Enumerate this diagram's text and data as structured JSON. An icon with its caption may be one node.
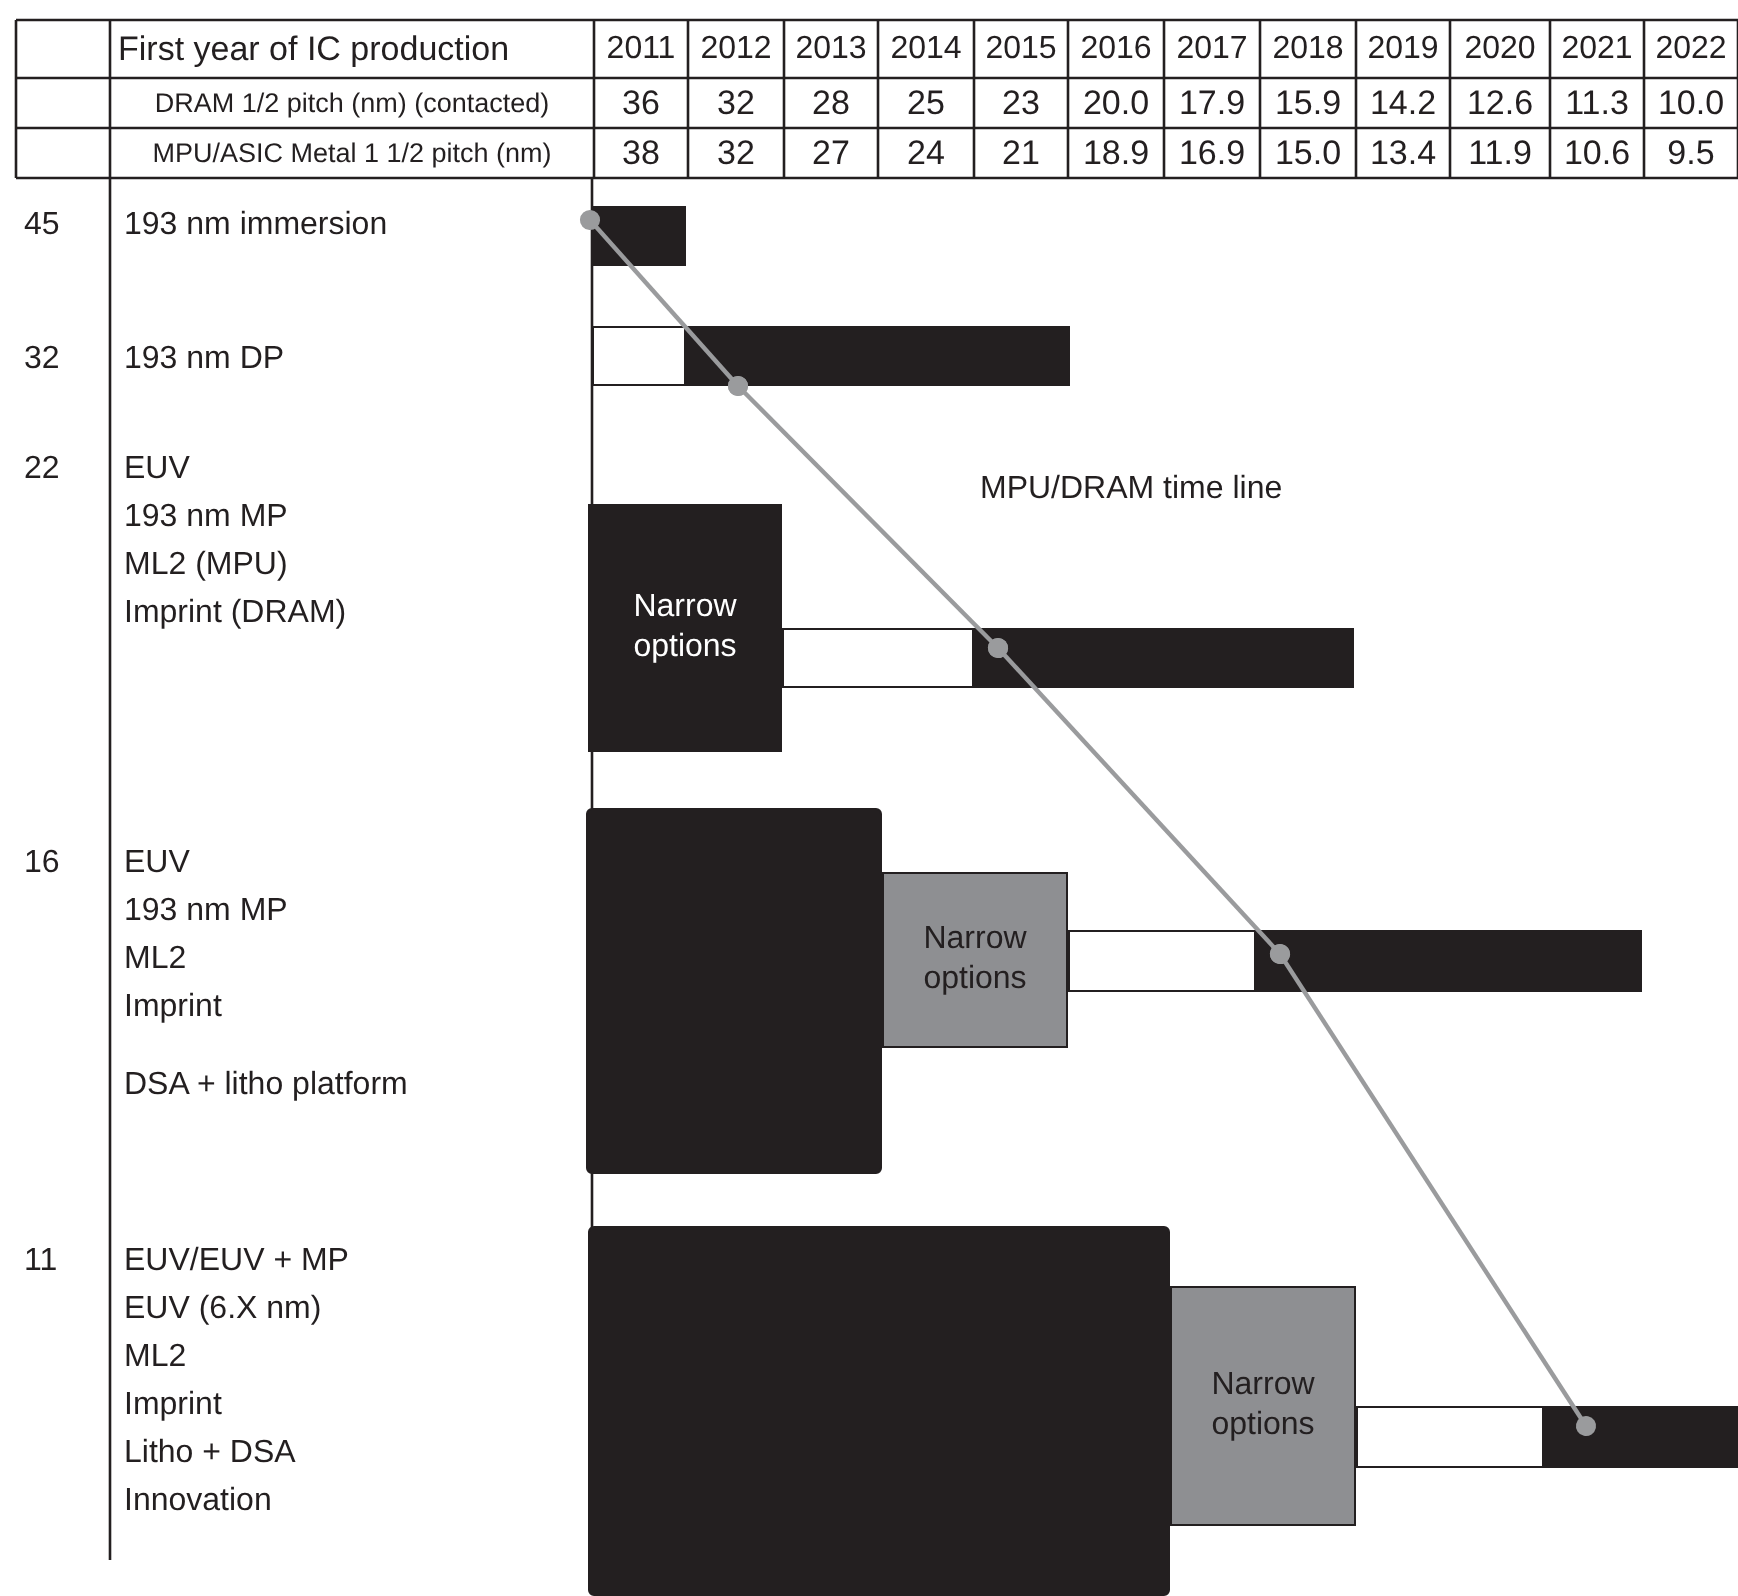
{
  "diagram": {
    "nodes": [
      {
        "text": [],
        "shape": "bar"
      },
      {
        "text": [],
        "shape": "bar"
      },
      {
        "text": [],
        "shape": "bar"
      },
      {
        "text": [
          "Narrow options"
        ]
      },
      {
        "text": [],
        "shape": "bar"
      },
      {
        "text": [],
        "shape": "bar"
      },
      {
        "text": [],
        "shape": "box"
      },
      {
        "text": [
          "Narrow options"
        ]
      },
      {
        "text": [],
        "shape": "bar"
      },
      {
        "text": [],
        "shape": "bar"
      },
      {
        "text": [],
        "shape": "box"
      },
      {
        "text": [
          "Narrow options"
        ]
      },
      {
        "text": [],
        "shape": "bar"
      },
      {
        "text": [],
        "shape": "bar"
      }
    ],
    "edges": [
      {
        "from": 0,
        "to": 2,
        "arrow": "other",
        "color": "#9a9b9d"
      },
      {
        "from": 2,
        "to": 5,
        "arrow": "other",
        "color": "#9a9b9d"
      },
      {
        "from": 5,
        "to": 9,
        "arrow": "other",
        "color": "#9a9b9d"
      },
      {
        "from": 9,
        "to": 13,
        "arrow": "other",
        "color": "#9a9b9d"
      }
    ],
    "labels": [
      "First year of IC production",
      "2011",
      "2012",
      "2013",
      "2014",
      "2015",
      "2016",
      "2017",
      "2018",
      "2019",
      "2020",
      "2021",
      "2022",
      "DRAM 1/2 pitch (nm) (contacted)",
      "36",
      "32",
      "28",
      "25",
      "23",
      "20.0",
      "17.9",
      "15.9",
      "14.2",
      "12.6",
      "11.3",
      "10.0",
      "MPU/ASIC Metal 1 1/2 pitch (nm)",
      "38",
      "32",
      "27",
      "24",
      "21",
      "18.9",
      "16.9",
      "15.0",
      "13.4",
      "11.9",
      "10.6",
      "9.5",
      "45",
      "193 nm immersion",
      "32",
      "193 nm DP",
      "22",
      "EUV",
      "193 nm MP",
      "ML2 (MPU)",
      "Imprint (DRAM)",
      "16",
      "EUV",
      "193 nm MP",
      "ML2",
      "Imprint",
      "DSA + litho platform",
      "11",
      "EUV/EUV + MP",
      "EUV (6.X nm)",
      "ML2",
      "Imprint",
      "Litho + DSA",
      "Innovation",
      "MPU/DRAM time line"
    ]
  }
}
